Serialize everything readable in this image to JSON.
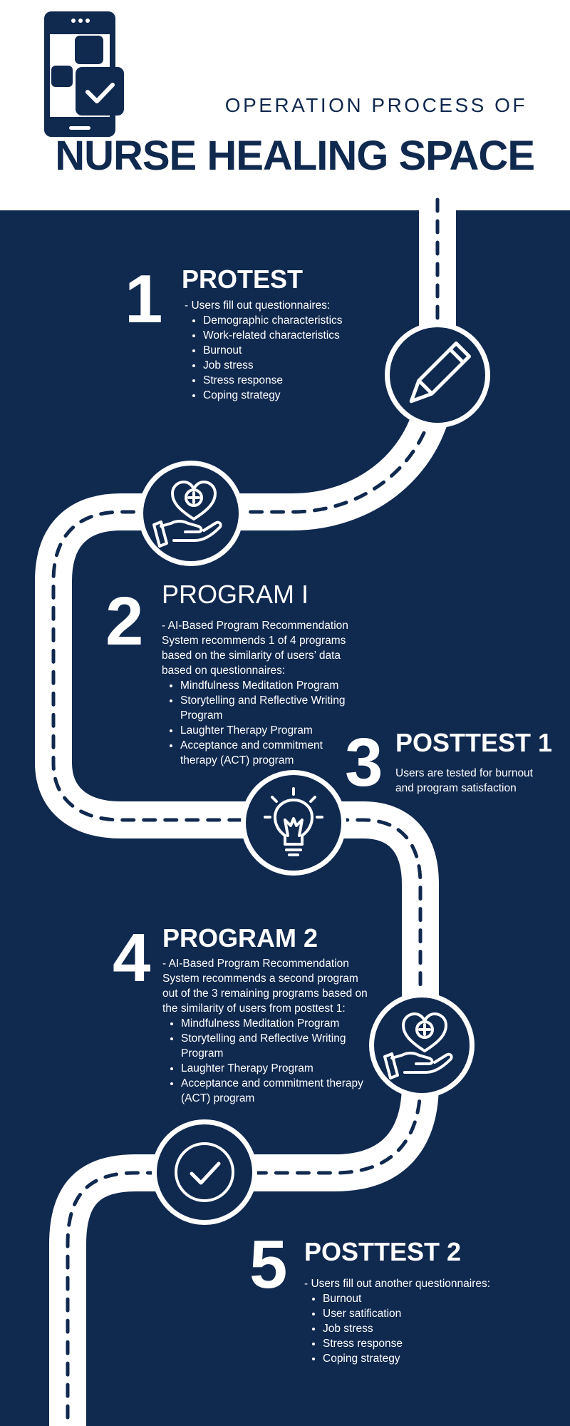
{
  "header": {
    "subtitle": "OPERATION PROCESS OF",
    "title": "NURSE HEALING SPACE",
    "icon": "phone-checklist-icon"
  },
  "colors": {
    "navy": "#10294f",
    "white": "#ffffff"
  },
  "steps": [
    {
      "number": "1",
      "title": "PROTEST",
      "intro": "- Users fill out questionnaires:",
      "items": [
        "Demographic characteristics",
        "Work-related characteristics",
        "Burnout",
        "Job stress",
        "Stress response",
        "Coping strategy"
      ],
      "icon": "pencil-icon"
    },
    {
      "number": "2",
      "title": "PROGRAM I",
      "intro": "- AI-Based Program Recommendation System recommends 1 of 4 programs based on the similarity of users’ data based on questionnaires:",
      "items": [
        "Mindfulness Meditation Program",
        "Storytelling and Reflective Writing Program",
        "Laughter Therapy Program",
        "Acceptance and commitment therapy (ACT) program"
      ],
      "icon": "heart-hand-icon"
    },
    {
      "number": "3",
      "title": "POSTTEST 1",
      "intro": "Users are tested for burnout and program satisfaction",
      "icon": "lightbulb-icon"
    },
    {
      "number": "4",
      "title": "PROGRAM 2",
      "intro": "- AI-Based Program Recommendation System recommends a second program out of the 3 remaining programs based on the similarity of users from posttest 1:",
      "items": [
        "Mindfulness Meditation Program",
        "Storytelling and Reflective Writing Program",
        "Laughter Therapy Program",
        "Acceptance and commitment therapy (ACT) program"
      ],
      "icon": "heart-hand-icon"
    },
    {
      "number": "5",
      "title": "POSTTEST 2",
      "intro": "- Users fill out another questionnaires:",
      "items": [
        "Burnout",
        "User satification",
        "Job stress",
        "Stress response",
        "Coping strategy"
      ],
      "icon": "check-circle-icon"
    }
  ]
}
